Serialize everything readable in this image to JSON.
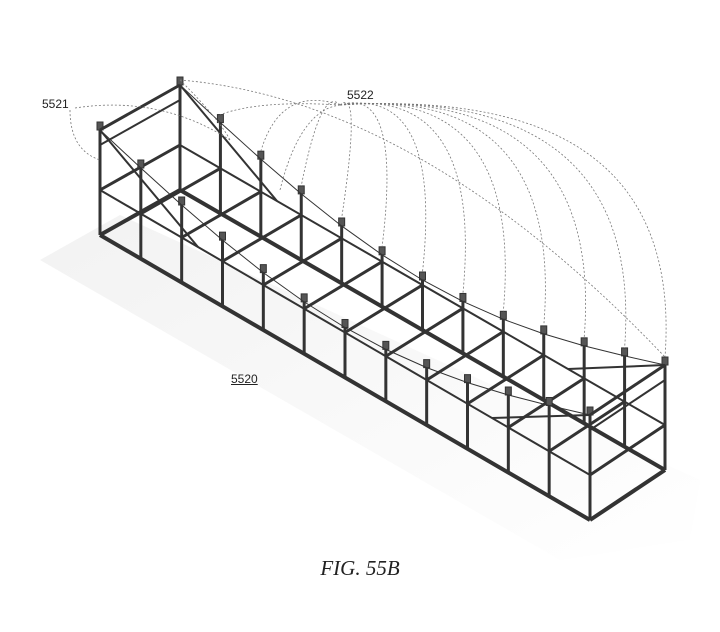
{
  "labels": {
    "cable_system": "5521",
    "dome_cables": "5522",
    "bridge_frame": "5520"
  },
  "caption": "FIG. 55B"
}
